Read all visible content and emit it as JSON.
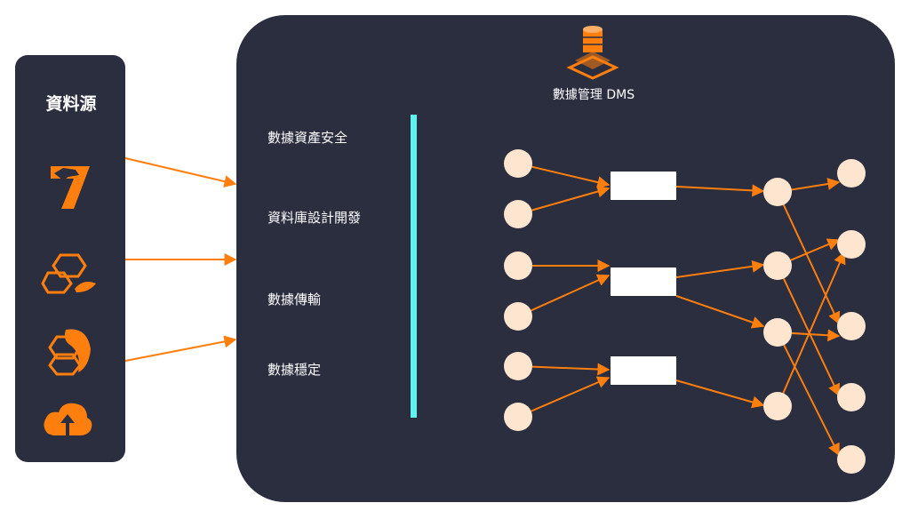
{
  "source_panel": {
    "title": "資料源",
    "icons": [
      "pentaho-icon",
      "mysql-triangle-icon",
      "mariadb-seal-icon",
      "cloud-upload-icon"
    ]
  },
  "dms": {
    "title": "數據管理 DMS",
    "icon": "database-stack-icon",
    "features": [
      "數據資產安全",
      "資料庫設計開發",
      "數據傳輸",
      "數據穩定"
    ]
  },
  "colors": {
    "panel": "#2b2e3f",
    "accent": "#ff7f0e",
    "node": "#fde5cf",
    "divider": "#5ff3f0",
    "box": "#ffffff"
  }
}
